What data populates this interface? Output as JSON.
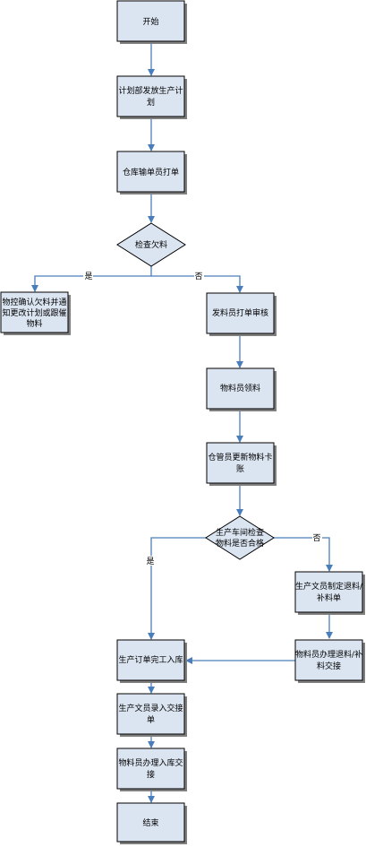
{
  "nodes": {
    "start": "开始",
    "plan": [
      "计划部发放生产计",
      "划"
    ],
    "warehouse_print": "仓库输单员打单",
    "check_shortage": "检查欠料",
    "notify_material": [
      "物控确认欠料并通",
      "知更改计划或跟催",
      "物料"
    ],
    "dispatcher_review": "发料员打单审核",
    "material_pick": "物料员领料",
    "update_card": [
      "仓管员更新物料卡",
      "账"
    ],
    "inspect": [
      "生产车间检查",
      "物料是否合格"
    ],
    "return_form": [
      "生产文员制定退料/",
      "补料单"
    ],
    "return_handover": [
      "物料员办理退料/补",
      "料交接"
    ],
    "order_complete": "生产订单完工入库",
    "clerk_entry": [
      "生产文员录入交接",
      "单"
    ],
    "material_inbound": [
      "物料员办理入库交",
      "接"
    ],
    "end": "结束"
  },
  "edges": {
    "shortage_yes": "是",
    "shortage_no": "否",
    "inspect_yes": "是",
    "inspect_no": "否"
  },
  "colors": {
    "box_fill": "#dbe5f1",
    "connector": "#4a7ebb"
  }
}
